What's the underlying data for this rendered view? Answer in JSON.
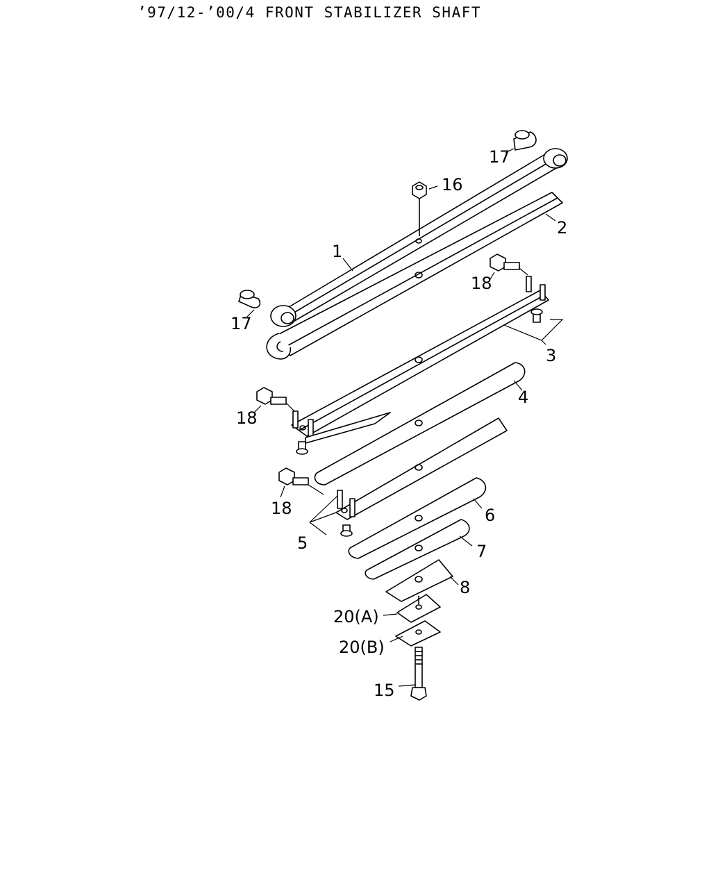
{
  "header": {
    "title": "’97/12-’00/4 FRONT STABILIZER SHAFT"
  },
  "callouts": [
    "1",
    "2",
    "3",
    "4",
    "5",
    "6",
    "7",
    "8",
    "15",
    "16",
    "17",
    "17",
    "18",
    "18",
    "18",
    "20(A)",
    "20(B)"
  ],
  "colors": {
    "line": "#000000",
    "background": "#ffffff"
  }
}
